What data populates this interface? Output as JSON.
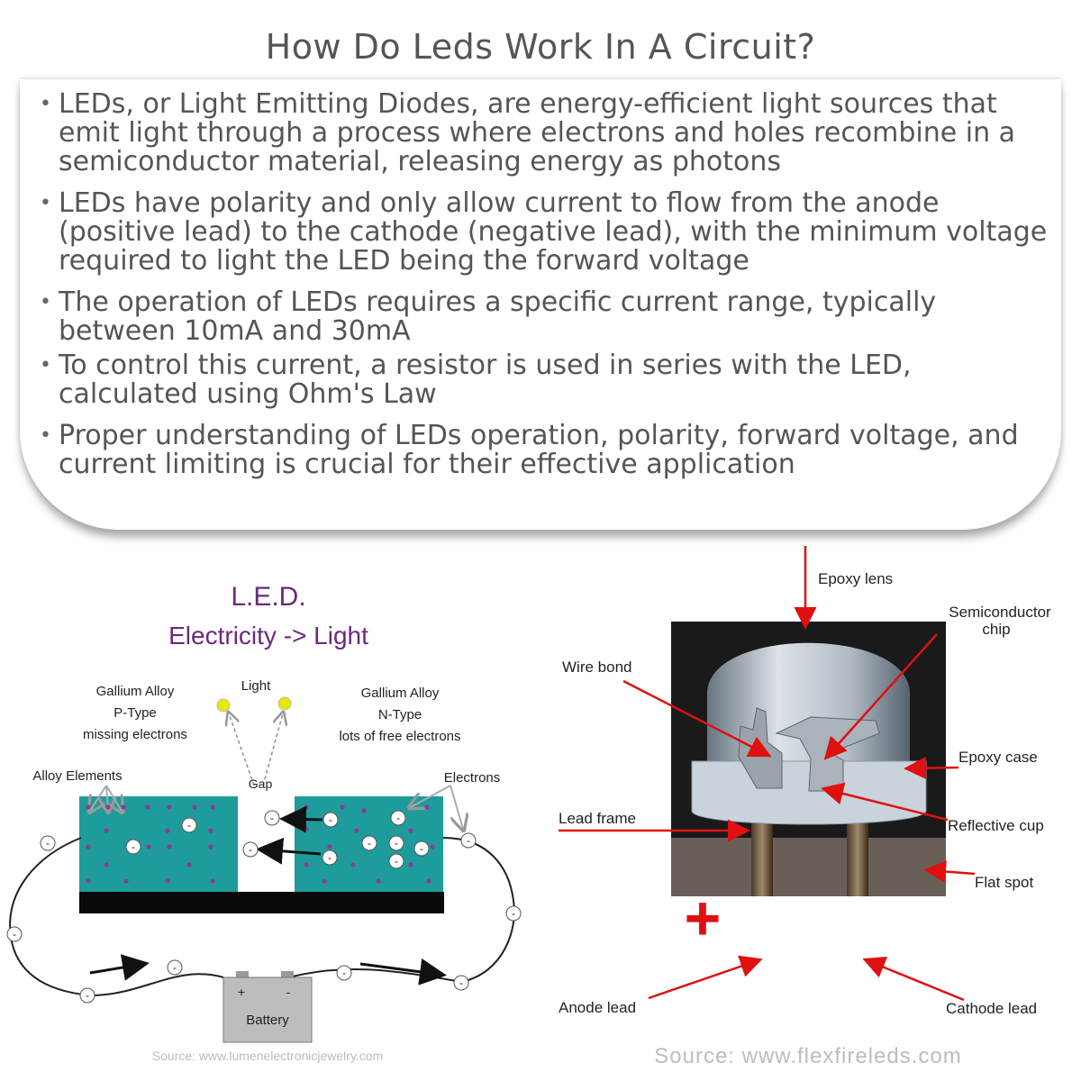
{
  "title": "How Do Leds Work In A Circuit?",
  "bullets": [
    "LEDs, or Light Emitting Diodes, are energy-efficient light sources that emit light through a process where electrons and holes recombine in a semiconductor material, releasing energy as photons",
    "LEDs have polarity and only allow current to flow from the anode (positive lead) to the cathode (negative lead), with the minimum voltage required to light the LED being the forward voltage",
    "The operation of LEDs requires a specific current range, typically between 10mA and 30mA",
    "To control this current, a resistor is used in series with the LED, calculated using Ohm's Law",
    "Proper understanding of LEDs operation, polarity, forward voltage, and current limiting is crucial for their effective application"
  ],
  "left_diagram": {
    "heading": "L.E.D.",
    "subheading": "Electricity -> Light",
    "p_type": [
      "Gallium Alloy",
      "P-Type",
      "missing electrons"
    ],
    "n_type": [
      "Gallium Alloy",
      "N-Type",
      "lots of free electrons"
    ],
    "light_label": "Light",
    "gap_label": "Gap",
    "alloy_label": "Alloy Elements",
    "electrons_label": "Electrons",
    "electron_symbol": "-",
    "battery_label": "Battery",
    "battery_plus": "+",
    "battery_minus": "-",
    "source": "Source: www.lumenelectronicjewelry.com",
    "colors": {
      "junction": "#1e9c9c",
      "heading": "#6a2a7a",
      "bulb": "#e8e800",
      "dot": "#8a3a9a"
    }
  },
  "right_diagram": {
    "labels": {
      "epoxy_lens": "Epoxy lens",
      "semiconductor_chip_1": "Semiconductor",
      "semiconductor_chip_2": "chip",
      "wire_bond": "Wire bond",
      "epoxy_case": "Epoxy case",
      "lead_frame": "Lead frame",
      "reflective_cup": "Reflective cup",
      "flat_spot": "Flat spot",
      "anode_lead": "Anode lead",
      "cathode_lead": "Cathode lead"
    },
    "plus_symbol": "+",
    "minus_symbol": "-",
    "source": "Source: www.flexfireleds.com",
    "colors": {
      "arrow": "#e01010",
      "plus": "#e01010"
    }
  }
}
